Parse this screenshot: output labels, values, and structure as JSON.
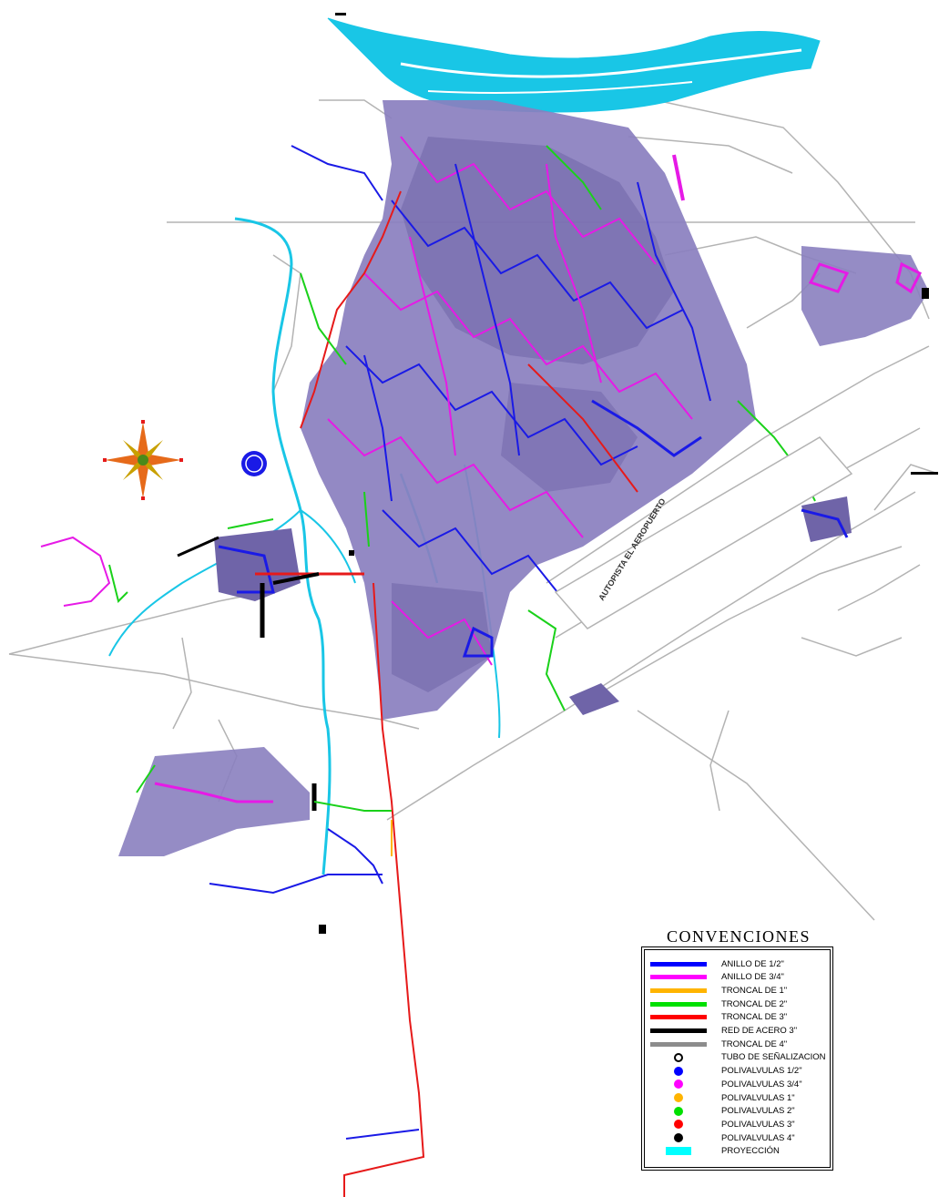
{
  "map": {
    "highway_label": "AUTOPISTA EL AEROPUERTO",
    "colors": {
      "river": "#19c6e6",
      "urban_fill": "#8a7fbf",
      "urban_dark": "#6f64a8",
      "pipe_blue": "#1a1ae6",
      "pipe_magenta": "#e61ae6",
      "pipe_red": "#e61a1a",
      "pipe_green": "#1ad11a",
      "road_gray": "#b3b3b3"
    }
  },
  "legend": {
    "title": "CONVENCIONES",
    "items": [
      {
        "label": "ANILLO DE 1/2\"",
        "kind": "line",
        "color": "#0000ff"
      },
      {
        "label": "ANILLO DE 3/4\"",
        "kind": "line",
        "color": "#ff00ff"
      },
      {
        "label": "TRONCAL DE 1\"",
        "kind": "line",
        "color": "#ffb400"
      },
      {
        "label": "TRONCAL DE 2\"",
        "kind": "line",
        "color": "#00e000"
      },
      {
        "label": "TRONCAL DE 3\"",
        "kind": "line",
        "color": "#ff0000"
      },
      {
        "label": "RED DE ACERO 3\"",
        "kind": "line",
        "color": "#000000"
      },
      {
        "label": "TRONCAL DE 4\"",
        "kind": "line",
        "color": "#8c8c8c"
      },
      {
        "label": "TUBO DE SEÑALIZACION",
        "kind": "ring",
        "color": "#000000"
      },
      {
        "label": "POLIVALVULAS 1/2\"",
        "kind": "dot",
        "color": "#0000ff"
      },
      {
        "label": "POLIVALVULAS 3/4\"",
        "kind": "dot",
        "color": "#ff00ff"
      },
      {
        "label": "POLIVALVULAS 1\"",
        "kind": "dot",
        "color": "#ffb400"
      },
      {
        "label": "POLIVALVULAS 2\"",
        "kind": "dot",
        "color": "#00e000"
      },
      {
        "label": "POLIVALVULAS 3\"",
        "kind": "dot",
        "color": "#ff0000"
      },
      {
        "label": "POLIVALVULAS 4\"",
        "kind": "dot",
        "color": "#000000"
      },
      {
        "label": "PROYECCIÓN",
        "kind": "box",
        "color": "#00ffff"
      }
    ]
  }
}
